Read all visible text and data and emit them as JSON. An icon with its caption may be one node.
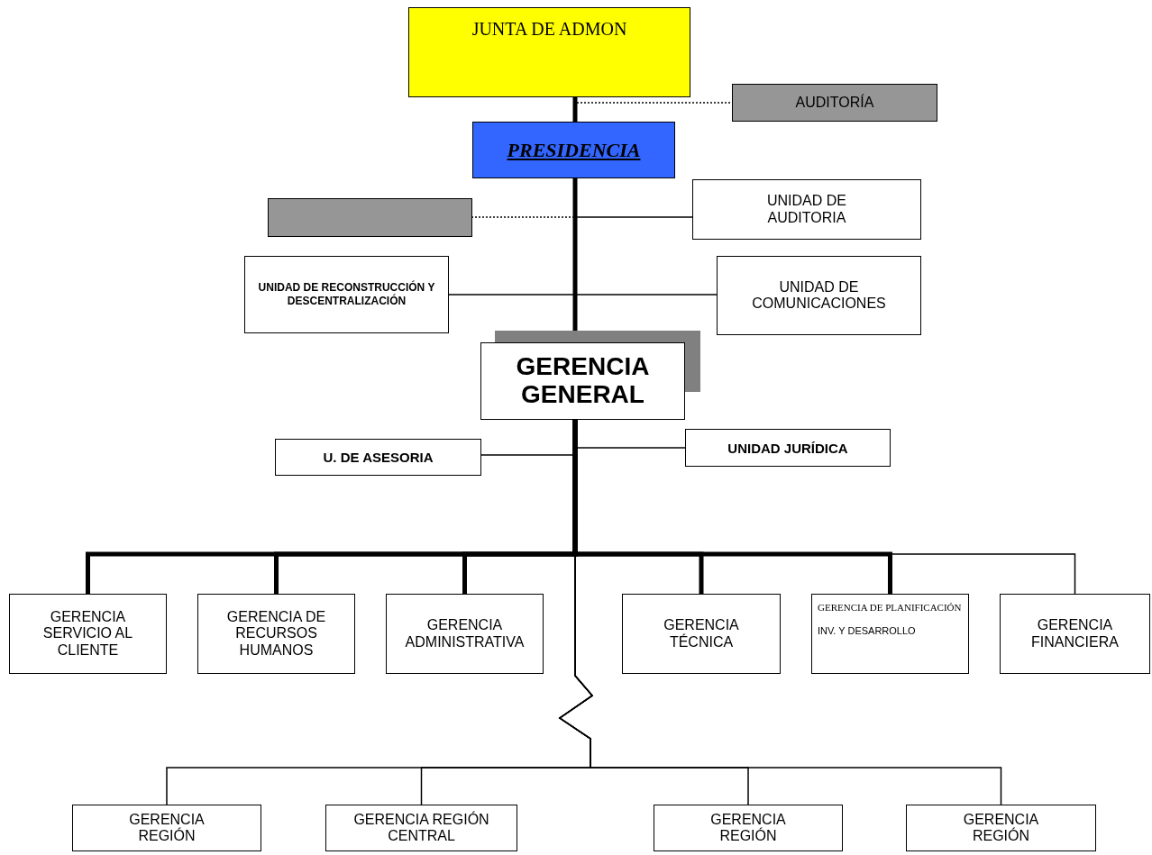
{
  "diagram": {
    "nodes": [
      {
        "text": [
          "JUNTA DE ADMON"
        ]
      },
      {
        "text": [
          "AUDITORÍA"
        ]
      },
      {
        "text": [
          "PRESIDENCIA"
        ]
      },
      {
        "text": [],
        "shape": "box"
      },
      {
        "text": [
          "UNIDAD DE AUDITORIA"
        ]
      },
      {
        "text": [
          "UNIDAD DE RECONSTRUCCIÓN Y DESCENTRALIZACIÓN"
        ]
      },
      {
        "text": [
          "UNIDAD DE COMUNICACIONES"
        ]
      },
      {
        "text": [
          "GERENCIA GENERAL"
        ]
      },
      {
        "text": [
          "U. DE ASESORIA"
        ]
      },
      {
        "text": [
          "UNIDAD JURÍDICA"
        ]
      },
      {
        "text": [
          "GERENCIA SERVICIO AL CLIENTE"
        ]
      },
      {
        "text": [
          "GERENCIA DE RECURSOS HUMANOS"
        ]
      },
      {
        "text": [
          "GERENCIA ADMINISTRATIVA"
        ]
      },
      {
        "text": [
          "GERENCIA TÉCNICA"
        ]
      },
      {
        "text": [
          "GERENCIA DE PLANIFICACIÓN",
          "INV. Y DESARROLLO"
        ]
      },
      {
        "text": [
          "GERENCIA FINANCIERA"
        ]
      },
      {
        "text": [
          "GERENCIA REGIÓN"
        ]
      },
      {
        "text": [
          "GERENCIA REGIÓN CENTRAL"
        ]
      },
      {
        "text": [
          "GERENCIA REGIÓN"
        ]
      },
      {
        "text": [
          "GERENCIA REGIÓN"
        ]
      }
    ],
    "edges": [
      {
        "from": 0,
        "to": 2,
        "arrow": "none",
        "style": "thick"
      },
      {
        "from": 0,
        "to": 1,
        "arrow": "none",
        "style": "dashed"
      },
      {
        "from": 2,
        "to": 3,
        "arrow": "none",
        "style": "dashed"
      },
      {
        "from": 2,
        "to": 4,
        "arrow": "none"
      },
      {
        "from": 2,
        "to": 5,
        "arrow": "none"
      },
      {
        "from": 2,
        "to": 6,
        "arrow": "none"
      },
      {
        "from": 2,
        "to": 7,
        "arrow": "none",
        "style": "thick"
      },
      {
        "from": 7,
        "to": 8,
        "arrow": "none"
      },
      {
        "from": 7,
        "to": 9,
        "arrow": "none"
      },
      {
        "from": 7,
        "to": 10,
        "arrow": "none",
        "style": "thick"
      },
      {
        "from": 7,
        "to": 11,
        "arrow": "none",
        "style": "thick"
      },
      {
        "from": 7,
        "to": 12,
        "arrow": "none",
        "style": "thick"
      },
      {
        "from": 7,
        "to": 13,
        "arrow": "none",
        "style": "thick"
      },
      {
        "from": 7,
        "to": 14,
        "arrow": "none",
        "style": "thick"
      },
      {
        "from": 7,
        "to": 15,
        "arrow": "none"
      },
      {
        "from": 7,
        "to": 16,
        "arrow": "none"
      },
      {
        "from": 7,
        "to": 17,
        "arrow": "none"
      },
      {
        "from": 7,
        "to": 18,
        "arrow": "none"
      },
      {
        "from": 7,
        "to": 19,
        "arrow": "none"
      }
    ]
  }
}
